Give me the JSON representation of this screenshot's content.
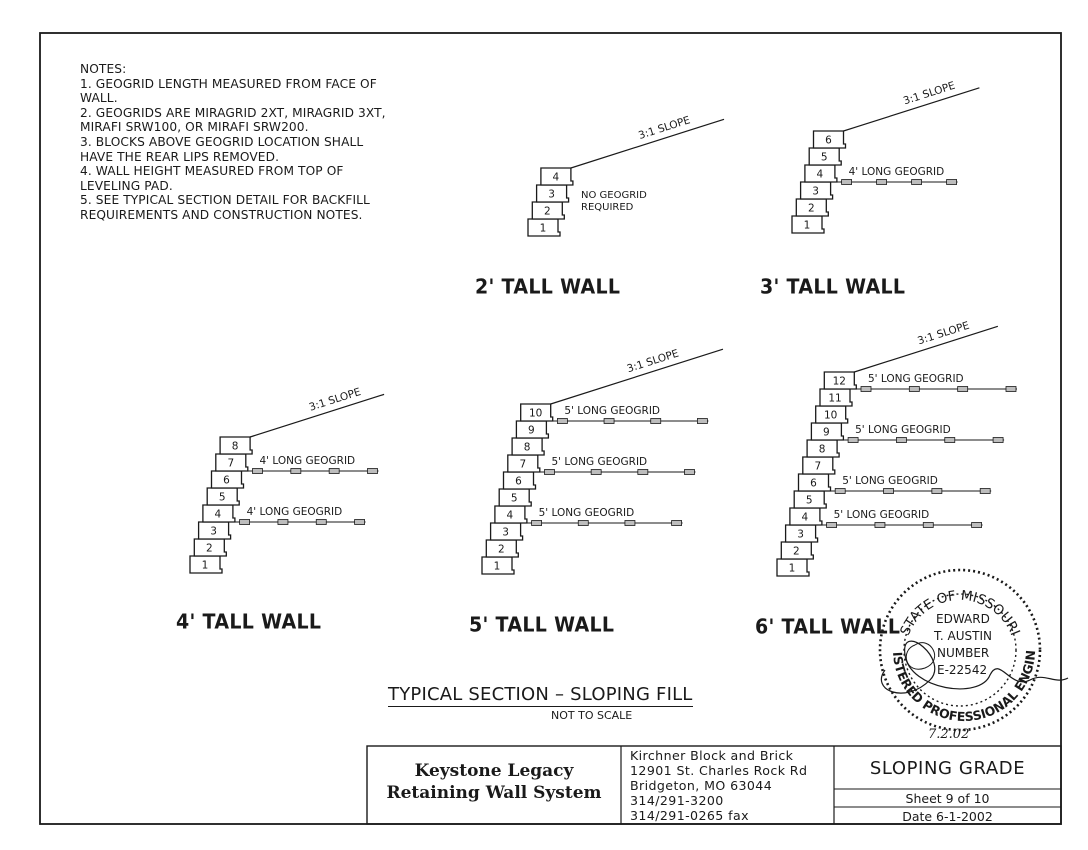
{
  "notes": {
    "heading": "NOTES:",
    "items": [
      "1. GEOGRID LENGTH MEASURED FROM FACE OF WALL.",
      "2. GEOGRIDS ARE MIRAGRID 2XT, MIRAGRID 3XT, MIRAFI SRW100, OR MIRAFI SRW200.",
      "3. BLOCKS ABOVE GEOGRID LOCATION SHALL HAVE THE REAR LIPS REMOVED.",
      "4. WALL HEIGHT MEASURED FROM TOP OF LEVELING PAD.",
      "5.  SEE TYPICAL SECTION DETAIL FOR BACKFILL REQUIREMENTS AND CONSTRUCTION NOTES."
    ]
  },
  "walls": [
    {
      "title": "2' TALL WALL",
      "slope": "3:1 SLOPE",
      "blocks": 4,
      "no_geogrid": [
        "NO GEOGRID",
        "REQUIRED"
      ],
      "geogrids": []
    },
    {
      "title": "3' TALL WALL",
      "slope": "3:1 SLOPE",
      "blocks": 6,
      "geogrids": [
        {
          "above_block": 3,
          "label": "4' LONG GEOGRID"
        }
      ]
    },
    {
      "title": "4' TALL WALL",
      "slope": "3:1 SLOPE",
      "blocks": 8,
      "geogrids": [
        {
          "above_block": 3,
          "label": "4' LONG GEOGRID"
        },
        {
          "above_block": 6,
          "label": "4' LONG GEOGRID"
        }
      ]
    },
    {
      "title": "5' TALL WALL",
      "slope": "3:1 SLOPE",
      "blocks": 10,
      "geogrids": [
        {
          "above_block": 3,
          "label": "5' LONG GEOGRID"
        },
        {
          "above_block": 6,
          "label": "5' LONG GEOGRID"
        },
        {
          "above_block": 9,
          "label": "5' LONG GEOGRID"
        }
      ]
    },
    {
      "title": "6' TALL WALL",
      "slope": "3:1 SLOPE",
      "blocks": 12,
      "geogrids": [
        {
          "above_block": 3,
          "label": "5' LONG GEOGRID"
        },
        {
          "above_block": 5,
          "label": "5' LONG GEOGRID"
        },
        {
          "above_block": 8,
          "label": "5' LONG GEOGRID"
        },
        {
          "above_block": 11,
          "label": "5' LONG GEOGRID"
        }
      ]
    }
  ],
  "section": {
    "title": "TYPICAL SECTION – SLOPING FILL",
    "scale": "NOT TO SCALE"
  },
  "title_block": {
    "company_line1": "Keystone Legacy",
    "company_line2": "Retaining Wall System",
    "address": [
      "Kirchner Block and Brick",
      "12901 St. Charles Rock Rd",
      "Bridgeton, MO  63044",
      "314/291-3200",
      "314/291-0265 fax"
    ],
    "drawing_title": "SLOPING GRADE",
    "sheet": "Sheet 9 of 10",
    "date": "Date 6-1-2002"
  },
  "seal": {
    "ring": "STATE OF MISSOURI",
    "ring_bottom": "REGISTERED PROFESSIONAL ENGINEER",
    "name1": "EDWARD",
    "name2": "T. AUSTIN",
    "number_label": "NUMBER",
    "number": "E-22542",
    "signed_date": "7.2.02"
  },
  "colors": {
    "ink": "#1a1a1a",
    "grid_fill": "#bdbdbd"
  }
}
